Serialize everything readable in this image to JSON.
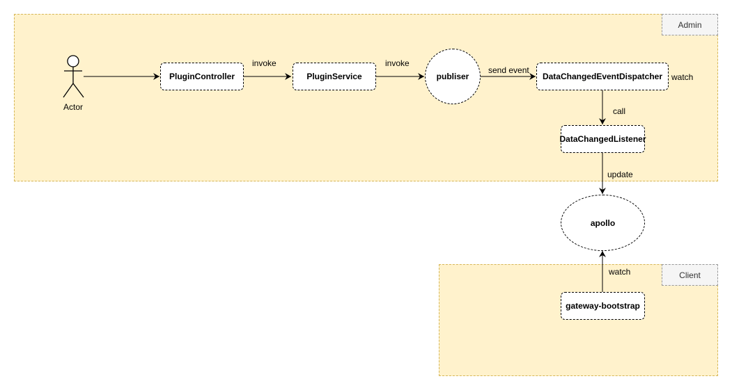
{
  "frames": {
    "admin": {
      "label": "Admin"
    },
    "client": {
      "label": "Client"
    }
  },
  "actor": {
    "label": "Actor"
  },
  "nodes": {
    "plugin_controller": "PluginController",
    "plugin_service": "PluginService",
    "publiser": "publiser",
    "dispatcher": "DataChangedEventDispatcher",
    "listener": "DataChangedListener",
    "apollo": "apollo",
    "gateway_bootstrap": "gateway-bootstrap"
  },
  "edges": {
    "invoke_1": "invoke",
    "invoke_2": "invoke",
    "send_event": "send event",
    "watch_dispatcher": "watch",
    "call": "call",
    "update": "update",
    "watch_client": "watch"
  },
  "colors": {
    "frame_fill": "#fff2cc",
    "frame_border": "#d6b656",
    "label_fill": "#f5f5f5"
  }
}
